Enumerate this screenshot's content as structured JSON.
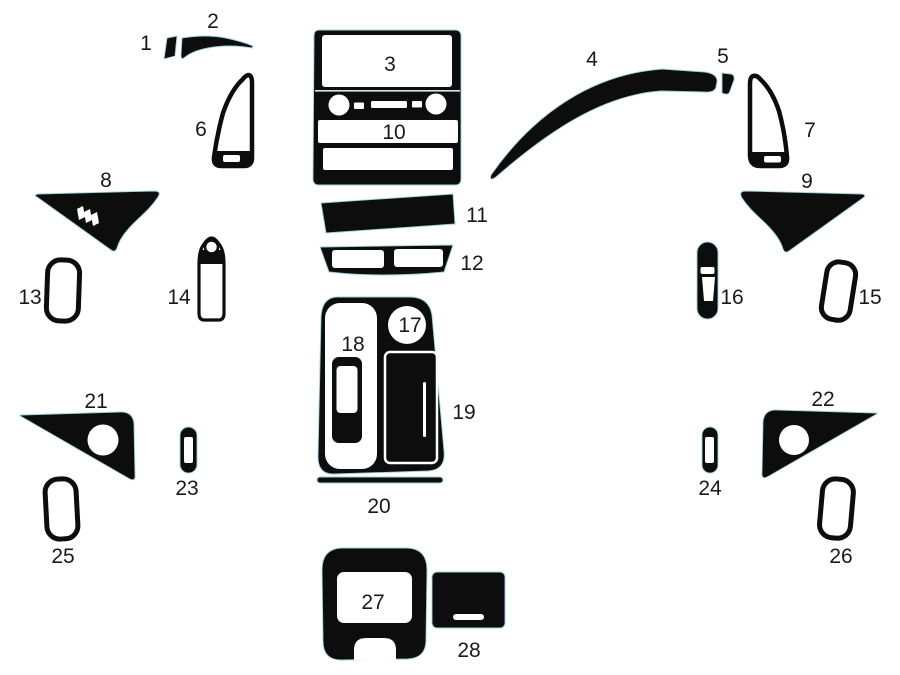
{
  "diagram": {
    "background_color": "#ffffff",
    "part_color": "#0d0d0d",
    "edge_highlight_color": "#9ad4da",
    "label_color": "#1a1a1a",
    "parts": [
      {
        "label": "1",
        "shape": "pillar-accent-strip-left"
      },
      {
        "label": "2",
        "shape": "curved-trim-strip-left"
      },
      {
        "label": "3",
        "shape": "radio-display-opening"
      },
      {
        "label": "4",
        "shape": "curved-dash-trim-arc"
      },
      {
        "label": "5",
        "shape": "trim-arc-end-cap"
      },
      {
        "label": "6",
        "shape": "sail-panel-left"
      },
      {
        "label": "7",
        "shape": "sail-panel-right"
      },
      {
        "label": "8",
        "shape": "side-vent-panel-left"
      },
      {
        "label": "9",
        "shape": "side-vent-panel-right"
      },
      {
        "label": "10",
        "shape": "climate-control-opening"
      },
      {
        "label": "11",
        "shape": "lower-dash-panel"
      },
      {
        "label": "12",
        "shape": "lower-switch-panel"
      },
      {
        "label": "13",
        "shape": "door-handle-bezel-front-left"
      },
      {
        "label": "14",
        "shape": "door-pull-trim-left"
      },
      {
        "label": "15",
        "shape": "door-handle-bezel-front-right"
      },
      {
        "label": "16",
        "shape": "switch-pod-right"
      },
      {
        "label": "17",
        "shape": "console-knob-opening"
      },
      {
        "label": "18",
        "shape": "shifter-gate-surround"
      },
      {
        "label": "19",
        "shape": "console-storage-panel"
      },
      {
        "label": "20",
        "shape": "console-trim-strip"
      },
      {
        "label": "21",
        "shape": "speaker-panel-left"
      },
      {
        "label": "22",
        "shape": "speaker-panel-right"
      },
      {
        "label": "23",
        "shape": "switch-bezel-left"
      },
      {
        "label": "24",
        "shape": "switch-bezel-right"
      },
      {
        "label": "25",
        "shape": "door-handle-bezel-rear-left"
      },
      {
        "label": "26",
        "shape": "door-handle-bezel-rear-right"
      },
      {
        "label": "27",
        "shape": "rear-console-bezel"
      },
      {
        "label": "28",
        "shape": "rear-trim-panel"
      }
    ]
  }
}
